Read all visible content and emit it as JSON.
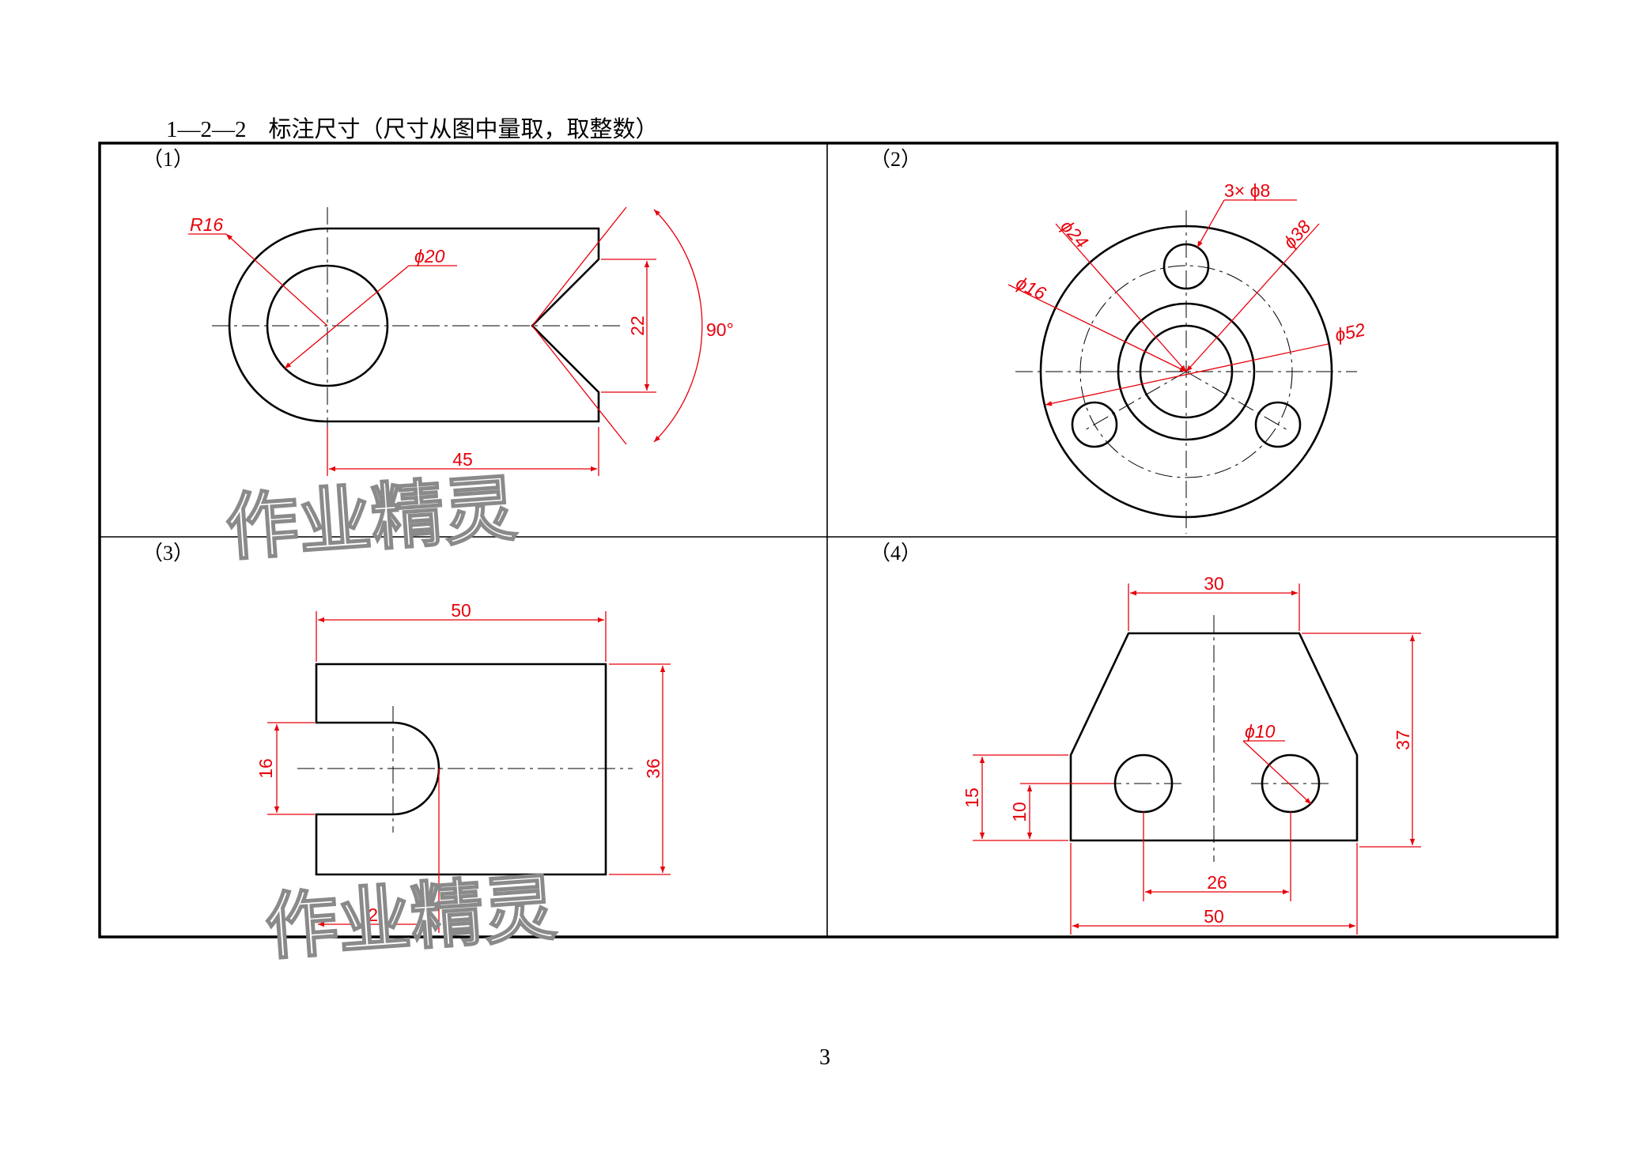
{
  "header": {
    "number": "1—2—2",
    "title": "标注尺寸（尺寸从图中量取，取整数）"
  },
  "panels": [
    {
      "label": "（1）",
      "dims": [
        "R16",
        "ϕ20",
        "22",
        "90°",
        "45"
      ]
    },
    {
      "label": "（2）",
      "dims": [
        "3× ϕ8",
        "ϕ24",
        "ϕ38",
        "ϕ16",
        "ϕ52"
      ]
    },
    {
      "label": "（3）",
      "dims": [
        "50",
        "16",
        "36",
        "21"
      ]
    },
    {
      "label": "（4）",
      "dims": [
        "30",
        "ϕ10",
        "37",
        "15",
        "10",
        "26",
        "50"
      ]
    }
  ],
  "watermark": "作业精灵",
  "page_number": "3",
  "colors": {
    "dimension": "#e8000b",
    "outline": "#000000",
    "watermark_stroke": "#8a8a8a"
  }
}
